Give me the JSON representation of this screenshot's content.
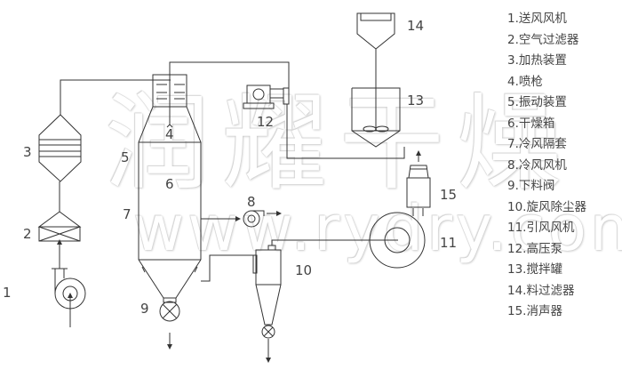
{
  "watermark": {
    "brand_cn": "润耀干燥",
    "url": "www.rydry.com"
  },
  "labels": {
    "n1": "1",
    "n2": "2",
    "n3": "3",
    "n4": "4",
    "n5": "5",
    "n6": "6",
    "n7": "7",
    "n8": "8",
    "n9": "9",
    "n10": "10",
    "n11": "11",
    "n12": "12",
    "n13": "13",
    "n14": "14",
    "n15": "15"
  },
  "legend": [
    "1.送风风机",
    "2.空气过滤器",
    "3.加热装置",
    "4.喷枪",
    "5.振动装置",
    "6.干燥箱",
    "7.冷风隔套",
    "8.冷风风机",
    "9.下料阀",
    "10.旋风除尘器",
    "11.引风风机",
    "12.高压泵",
    "13.搅拌罐",
    "14.料过滤器",
    "15.消声器"
  ],
  "colors": {
    "line": "#333333",
    "text": "#444444",
    "background": "#ffffff"
  }
}
